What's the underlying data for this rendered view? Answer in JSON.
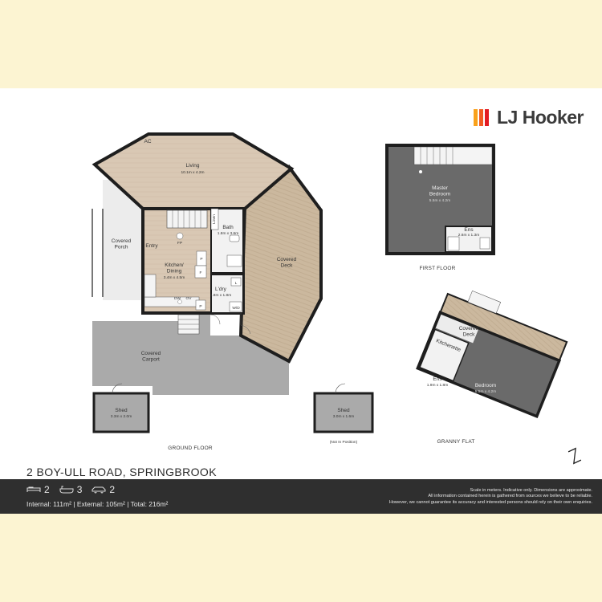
{
  "brand": {
    "name": "LJ Hooker",
    "colors": [
      "#f9a11b",
      "#f15a22",
      "#e31b23"
    ]
  },
  "rooms": {
    "living": {
      "name": "Living",
      "dims": "10.1m x 4.2m"
    },
    "ac": "AC",
    "covered_porch": "Covered\nPorch",
    "entry": "Entry",
    "fp": "FP",
    "linen": "Linen",
    "bath": {
      "name": "Bath",
      "dims": "1.8m x 3.6m"
    },
    "kitchen": {
      "name": "Kitchen/\nDining",
      "dims": "3.4m x 4.5m"
    },
    "laundry": {
      "name": "L'dry",
      "dims": "1.8m x 1.8m"
    },
    "dw": "DW",
    "ov": "OV",
    "p": "P",
    "f": "F",
    "l": "L",
    "wd": "W/D",
    "covered_deck": "Covered\nDeck",
    "covered_carport": "Covered\nCarport",
    "shed1": {
      "name": "Shed",
      "dims": "3.3m x 2.0m"
    },
    "shed2": {
      "name": "Shed",
      "dims": "3.0m x 1.6m"
    },
    "not_in_position": "(Not In Position)",
    "master": {
      "name": "Master\nBedroom",
      "dims": "5.5m x 4.2m"
    },
    "ens1": {
      "name": "Ens",
      "dims": "2.6m x 1.3m"
    },
    "kitchenette": "Kitchenette",
    "granny_deck": "Covered\nDeck",
    "ens2": {
      "name": "Ens",
      "dims": "1.9m x 1.8m"
    },
    "bedroom": {
      "name": "Bedroom",
      "dims": "5.5m x 4.2m"
    }
  },
  "floors": {
    "ground": "GROUND FLOOR",
    "first": "FIRST FLOOR",
    "granny": "GRANNY FLAT"
  },
  "address": "2 BOY-ULL ROAD, SPRINGBROOK",
  "features": {
    "bedrooms": "2",
    "bathrooms": "3",
    "cars": "2"
  },
  "icons": [
    "bed-icon",
    "bath-icon",
    "car-icon",
    "north-arrow-icon"
  ],
  "areas": "Internal: 111m² | External: 105m² | Total: 216m²",
  "disclaimer": [
    "Scale in meters. Indicative only. Dimensions are approximate.",
    "All information contained herein is gathered from sources we believe to be reliable.",
    "However, we cannot guarantee its accuracy and interested persons should rely on their own enquiries."
  ],
  "colors": {
    "wall": "#1e1e1e",
    "floor_wood": "#d9c8b4",
    "deck_wood": "#cbb89e",
    "carpet": "#6a6a6a",
    "concrete": "#aaaaaa",
    "tile": "#f2f2f2",
    "background": "#fcf4d2",
    "footer": "#2f2f2f"
  }
}
